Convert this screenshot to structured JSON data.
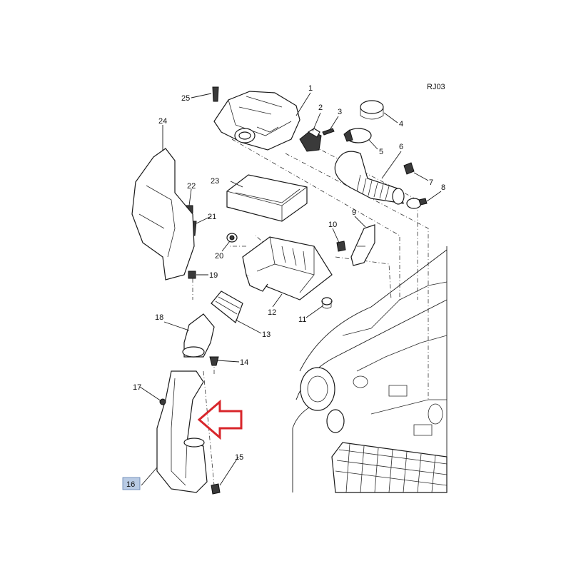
{
  "diagram": {
    "code": "RJ03",
    "highlighted_callout": "16",
    "highlight_color": "#b9cbe4",
    "arrow_color": "#d8262b",
    "callouts": [
      "1",
      "2",
      "3",
      "4",
      "5",
      "6",
      "7",
      "8",
      "9",
      "10",
      "11",
      "12",
      "13",
      "14",
      "15",
      "17",
      "18",
      "19",
      "20",
      "21",
      "22",
      "23",
      "24",
      "25"
    ]
  }
}
